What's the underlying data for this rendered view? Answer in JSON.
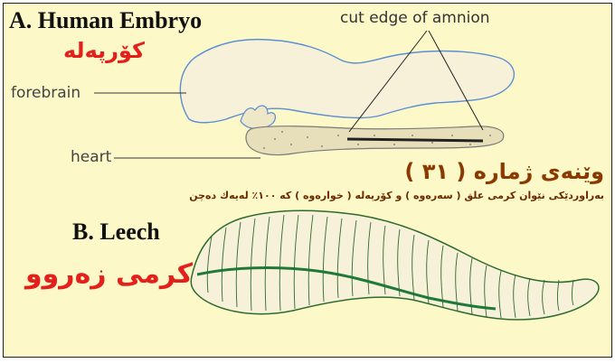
{
  "labels": {
    "title_a": "A. Human Embryo",
    "title_b": "B. Leech",
    "kurdish_embryo": "کۆرپەلە",
    "kurdish_leech": "کرمی زەروو",
    "cut_edge_of_amnion": "cut edge of amnion",
    "forebrain": "forebrain",
    "heart": "heart"
  },
  "figure": {
    "title": "وێنەی ژمارە ( ٣١ )",
    "caption": "بەراوردێکی نێوان کرمی علق ( سەرەوە ) و کۆرپەلە ( خوارەوە )   کە ١٠٠٪ لەیەك دەچن"
  },
  "colors": {
    "background": "#fdf8c8",
    "kurdish_red": "#e3201b",
    "caption_brown": "#6b2a00",
    "embryo_outline": "#5b8fd0",
    "leech_outline": "#2e6b2e"
  }
}
